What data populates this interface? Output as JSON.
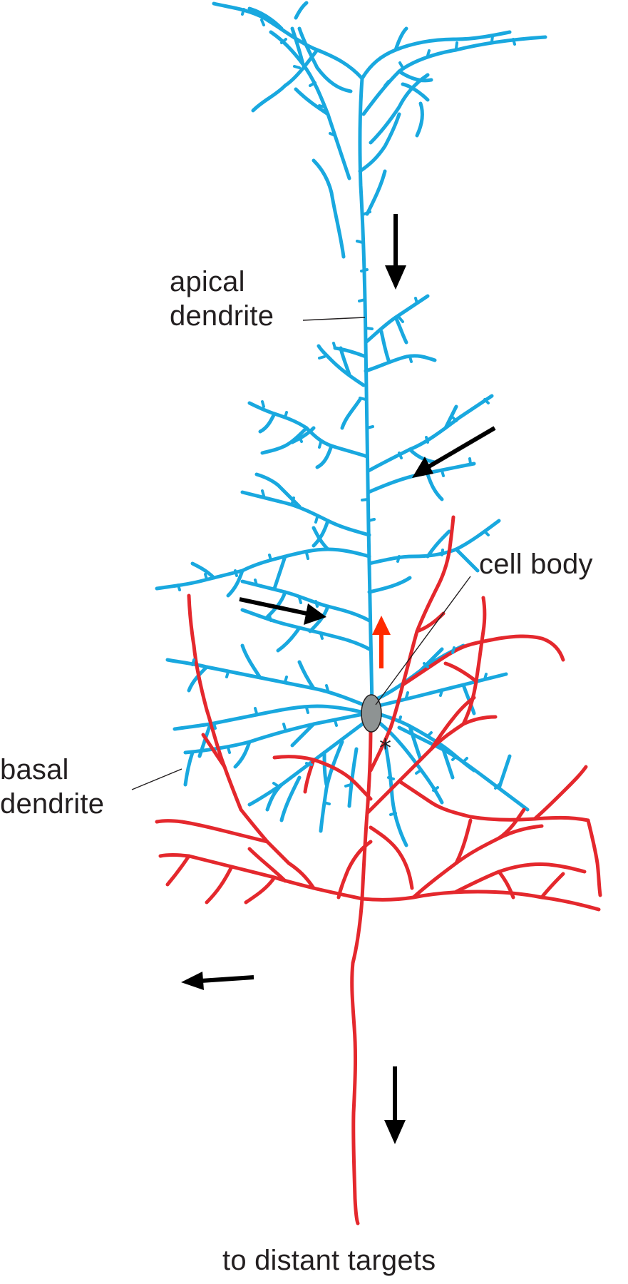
{
  "labels": {
    "apical": {
      "line1": "apical",
      "line2": "dendrite"
    },
    "cell_body": "cell body",
    "basal": {
      "line1": "basal",
      "line2": "dendrite"
    },
    "targets": "to distant targets"
  },
  "marks": {
    "soma_marker": "*"
  },
  "colors": {
    "dendrite": "#19a8df",
    "axon": "#e4282d",
    "cell_body_fill": "#8e9393",
    "arrow": "#000000",
    "backprop_arrow": "#ff2a00",
    "text": "#231f20"
  },
  "icons": {
    "signal_arrows": "black-arrow-icon",
    "backpropagation_arrow": "red-arrow-icon"
  }
}
